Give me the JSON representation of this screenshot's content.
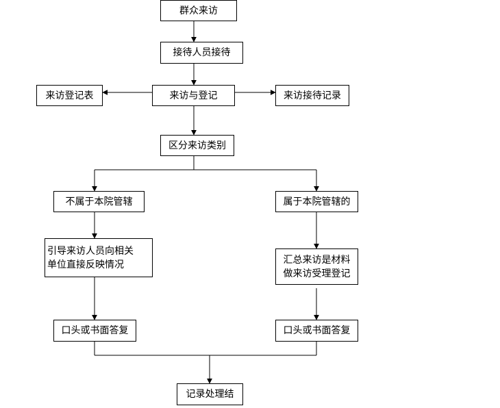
{
  "boxes": {
    "intake": "群众来访",
    "reception": "接待人员接待",
    "register": "来访与登记",
    "form": "来访登记表",
    "log": "来访接待记录",
    "classify": "区分来访类别",
    "outside": "不属于本院管辖",
    "inside": "属于本院管辖的",
    "guide": "引导来访人员向相关\n单位直接反映情况",
    "summary": "汇总来访是材料\n做来访受理登记",
    "reply_left": "口头或书面答复",
    "reply_right": "口头或书面答复",
    "record": "记录处理结"
  }
}
